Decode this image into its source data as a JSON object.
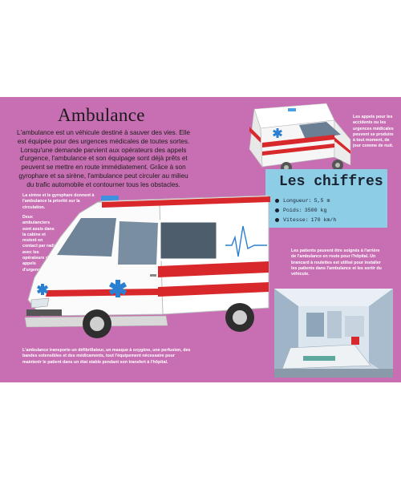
{
  "page": {
    "title": "Ambulance",
    "intro": "L'ambulance est un véhicule destiné à sauver des vies. Elle est équipée pour des urgences médicales de toutes sortes. Lorsqu'une demande parvient aux opérateurs des appels d'urgence, l'ambulance et son équipage sont déjà prêts et peuvent se mettre en route immédiatement. Grâce à son gyrophare et sa sirène, l'ambulance peut circuler au milieu du trafic automobile et contourner tous les obstacles.",
    "notes": {
      "siren": "La sirène et le gyrophare donnent à l'ambulance la priorité sur la circulation.",
      "crew": "Deux ambulanciers sont assis dans la cabine et restent en contact par radio avec les opérateurs des appels d'urgence.",
      "equipment": "L'ambulance transporte un défibrillateur, un masque à oxygène, une perfusion, des bandes extensibles et des médicaments, tout l'équipement nécessaire pour maintenir le patient dans un état stable pendant son transfert à l'hôpital.",
      "calls": "Les appels pour les accidents ou les urgences médicales peuvent se produire à tout moment, de jour comme de nuit.",
      "patients": "Les patients peuvent être soignés à l'arrière de l'ambulance en route pour l'hôpital. Un brancard à roulettes est utilisé pour installer les patients dans l'ambulance et les sortir du véhicule."
    },
    "chiffres": {
      "title": "Les chiffres",
      "stats": [
        {
          "label": "Longueur:",
          "value": "5,5 m"
        },
        {
          "label": "Poids:",
          "value": "3500 kg"
        },
        {
          "label": "Vitesse:",
          "value": "170 km/h"
        }
      ]
    }
  },
  "colors": {
    "background": "#c86fb3",
    "stats_panel": "#8ecde6",
    "ambulance_red": "#d8282b",
    "star_of_life": "#2a7fd0",
    "note_text": "#ffffff"
  },
  "icons": [
    "star-of-life-icon",
    "siren-light-icon",
    "bullet-icon"
  ]
}
